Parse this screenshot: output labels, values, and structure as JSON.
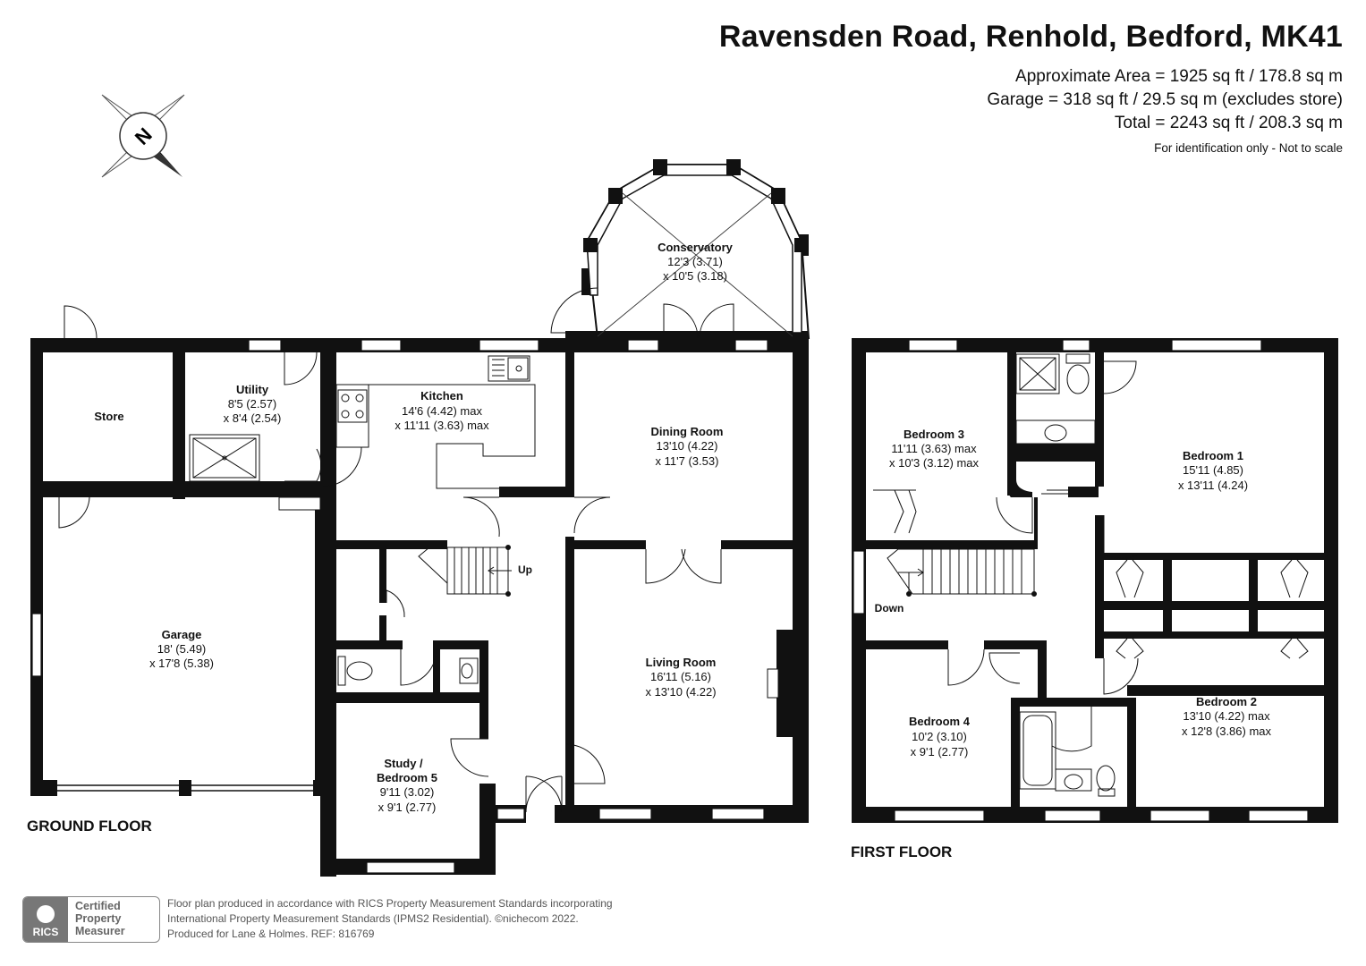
{
  "header": {
    "title": "Ravensden Road, Renhold, Bedford, MK41",
    "area_approx": "Approximate Area = 1925 sq ft / 178.8 sq m",
    "area_garage": "Garage = 318 sq ft / 29.5 sq m (excludes store)",
    "area_total": "Total = 2243 sq ft / 208.3 sq m",
    "note": "For identification only - Not to scale"
  },
  "compass": {
    "letter": "N",
    "icon": "compass-rose-icon"
  },
  "floors": {
    "ground": "GROUND FLOOR",
    "first": "FIRST FLOOR"
  },
  "ground_rooms": {
    "store": {
      "name": "Store"
    },
    "utility": {
      "name": "Utility",
      "dim1": "8'5 (2.57)",
      "dim2": "x 8'4 (2.54)"
    },
    "kitchen": {
      "name": "Kitchen",
      "dim1": "14'6 (4.42) max",
      "dim2": "x 11'11 (3.63) max"
    },
    "conservatory": {
      "name": "Conservatory",
      "dim1": "12'3 (3.71)",
      "dim2": "x 10'5 (3.18)"
    },
    "dining": {
      "name": "Dining Room",
      "dim1": "13'10 (4.22)",
      "dim2": "x 11'7 (3.53)"
    },
    "garage": {
      "name": "Garage",
      "dim1": "18' (5.49)",
      "dim2": "x 17'8 (5.38)"
    },
    "living": {
      "name": "Living Room",
      "dim1": "16'11 (5.16)",
      "dim2": "x 13'10 (4.22)"
    },
    "study": {
      "name1": "Study /",
      "name2": "Bedroom 5",
      "dim1": "9'11 (3.02)",
      "dim2": "x 9'1 (2.77)"
    },
    "stairs_label": "Up"
  },
  "first_rooms": {
    "bedroom3": {
      "name": "Bedroom 3",
      "dim1": "11'11 (3.63) max",
      "dim2": "x 10'3 (3.12) max"
    },
    "bedroom1": {
      "name": "Bedroom 1",
      "dim1": "15'11 (4.85)",
      "dim2": "x 13'11 (4.24)"
    },
    "bedroom4": {
      "name": "Bedroom 4",
      "dim1": "10'2 (3.10)",
      "dim2": "x 9'1 (2.77)"
    },
    "bedroom2": {
      "name": "Bedroom 2",
      "dim1": "13'10 (4.22) max",
      "dim2": "x 12'8 (3.86) max"
    },
    "stairs_label": "Down"
  },
  "footer": {
    "line1": "Floor plan produced in accordance with RICS Property Measurement Standards incorporating",
    "line2": "International Property Measurement Standards (IPMS2 Residential).  ©nichecom 2022.",
    "line3": "Produced for Lane & Holmes.   REF:  816769",
    "badge_left": "RICS",
    "badge_right_1": "Certified",
    "badge_right_2": "Property",
    "badge_right_3": "Measurer"
  }
}
